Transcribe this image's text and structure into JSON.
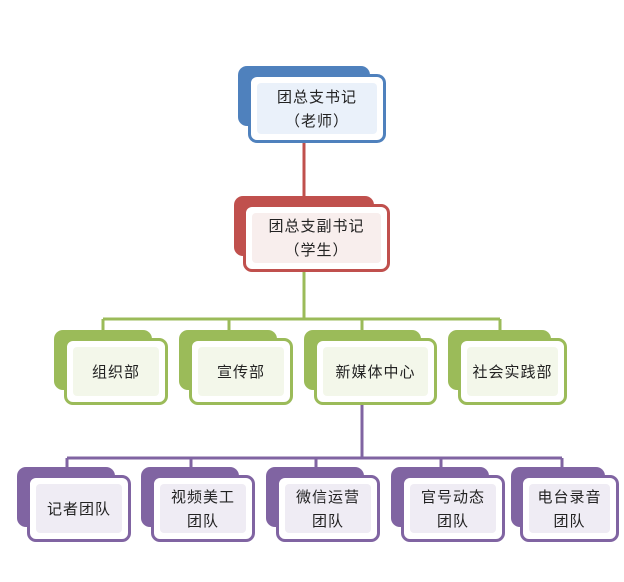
{
  "diagram": {
    "root": {
      "line1": "团总支书记",
      "line2": "（老师）"
    },
    "deputy": {
      "line1": "团总支副书记",
      "line2": "（学生）"
    },
    "departments": [
      {
        "label": "组织部"
      },
      {
        "label": "宣传部"
      },
      {
        "label": "新媒体中心"
      },
      {
        "label": "社会实践部"
      }
    ],
    "teams": [
      {
        "line1": "记者团队",
        "line2": ""
      },
      {
        "line1": "视频美工",
        "line2": "团队"
      },
      {
        "line1": "微信运营",
        "line2": "团队"
      },
      {
        "line1": "官号动态",
        "line2": "团队"
      },
      {
        "line1": "电台录音",
        "line2": "团队"
      }
    ],
    "colors": {
      "level1": "#4f81bd",
      "level2": "#c0504d",
      "level3": "#9bbb59",
      "level4": "#8064a2"
    }
  }
}
